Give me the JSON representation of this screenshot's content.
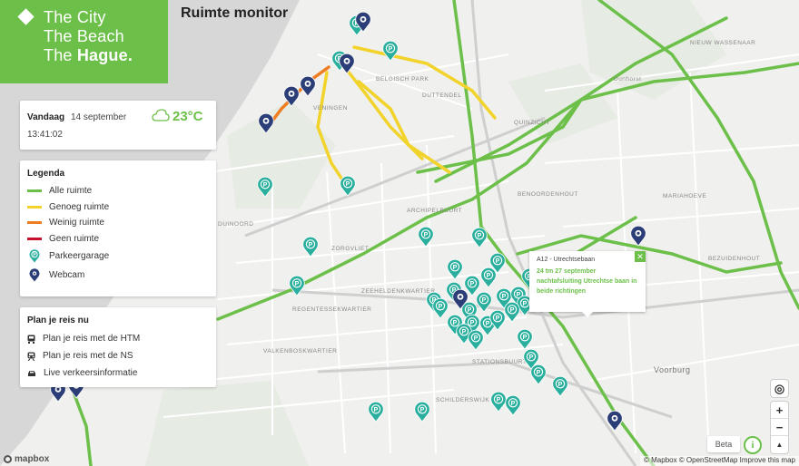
{
  "brand": {
    "line1": "The City",
    "line2": "The Beach",
    "line3_prefix": "The",
    "line3_bold": "Hague.",
    "color": "#6cc04a"
  },
  "app_title": "Ruimte monitor",
  "weather": {
    "label": "Vandaag",
    "date": "14 september",
    "time": "13:41:02",
    "temperature": "23°C",
    "icon": "cloud-icon"
  },
  "legend": {
    "title": "Legenda",
    "items": [
      {
        "label": "Alle ruimte",
        "color": "#6cc04a"
      },
      {
        "label": "Genoeg ruimte",
        "color": "#f2d32c"
      },
      {
        "label": "Weinig ruimte",
        "color": "#ef7d22"
      },
      {
        "label": "Geen ruimte",
        "color": "#c8102e"
      }
    ],
    "parking_label": "Parkeergarage",
    "webcam_label": "Webcam",
    "parking_color": "#2aaf9e",
    "webcam_color": "#2c3e78"
  },
  "plan": {
    "title": "Plan je reis nu",
    "items": [
      {
        "label": "Plan je reis met de HTM",
        "icon": "tram-icon"
      },
      {
        "label": "Plan je reis met de NS",
        "icon": "train-icon"
      },
      {
        "label": "Live verkeersinformatie",
        "icon": "car-icon"
      }
    ]
  },
  "popup": {
    "title": "A12 - Utrechtsebaan",
    "close": "✕",
    "body": "24 tm 27 september nachtafsluiting Utrechtse baan in beide richtingen"
  },
  "controls": {
    "locate": "◎",
    "zoom_in": "+",
    "zoom_out": "−",
    "compass": "▲"
  },
  "beta_label": "Beta",
  "info_label": "i",
  "mapbox_label": "mapbox",
  "attribution": "© Mapbox © OpenStreetMap Improve this map",
  "map_labels": [
    "BELGISCH PARK",
    "DUTTENDEL",
    "VENINGEN",
    "ARCHIPELBUURT",
    "ZORGVLIET",
    "ZEEHELDENKWARTIER",
    "REGENTESSEKWARTIER",
    "VALKENBOSKWARTIER",
    "SCHILDERSWIJK",
    "STATIONSBUURT",
    "QUINZICHT",
    "BENOORDENHOUT",
    "MARIAHOEVE",
    "NIEUW WASSENAAR",
    "Voorburg",
    "Dunhorst",
    "DUINOORD",
    "BEZUIDENHOUT"
  ]
}
